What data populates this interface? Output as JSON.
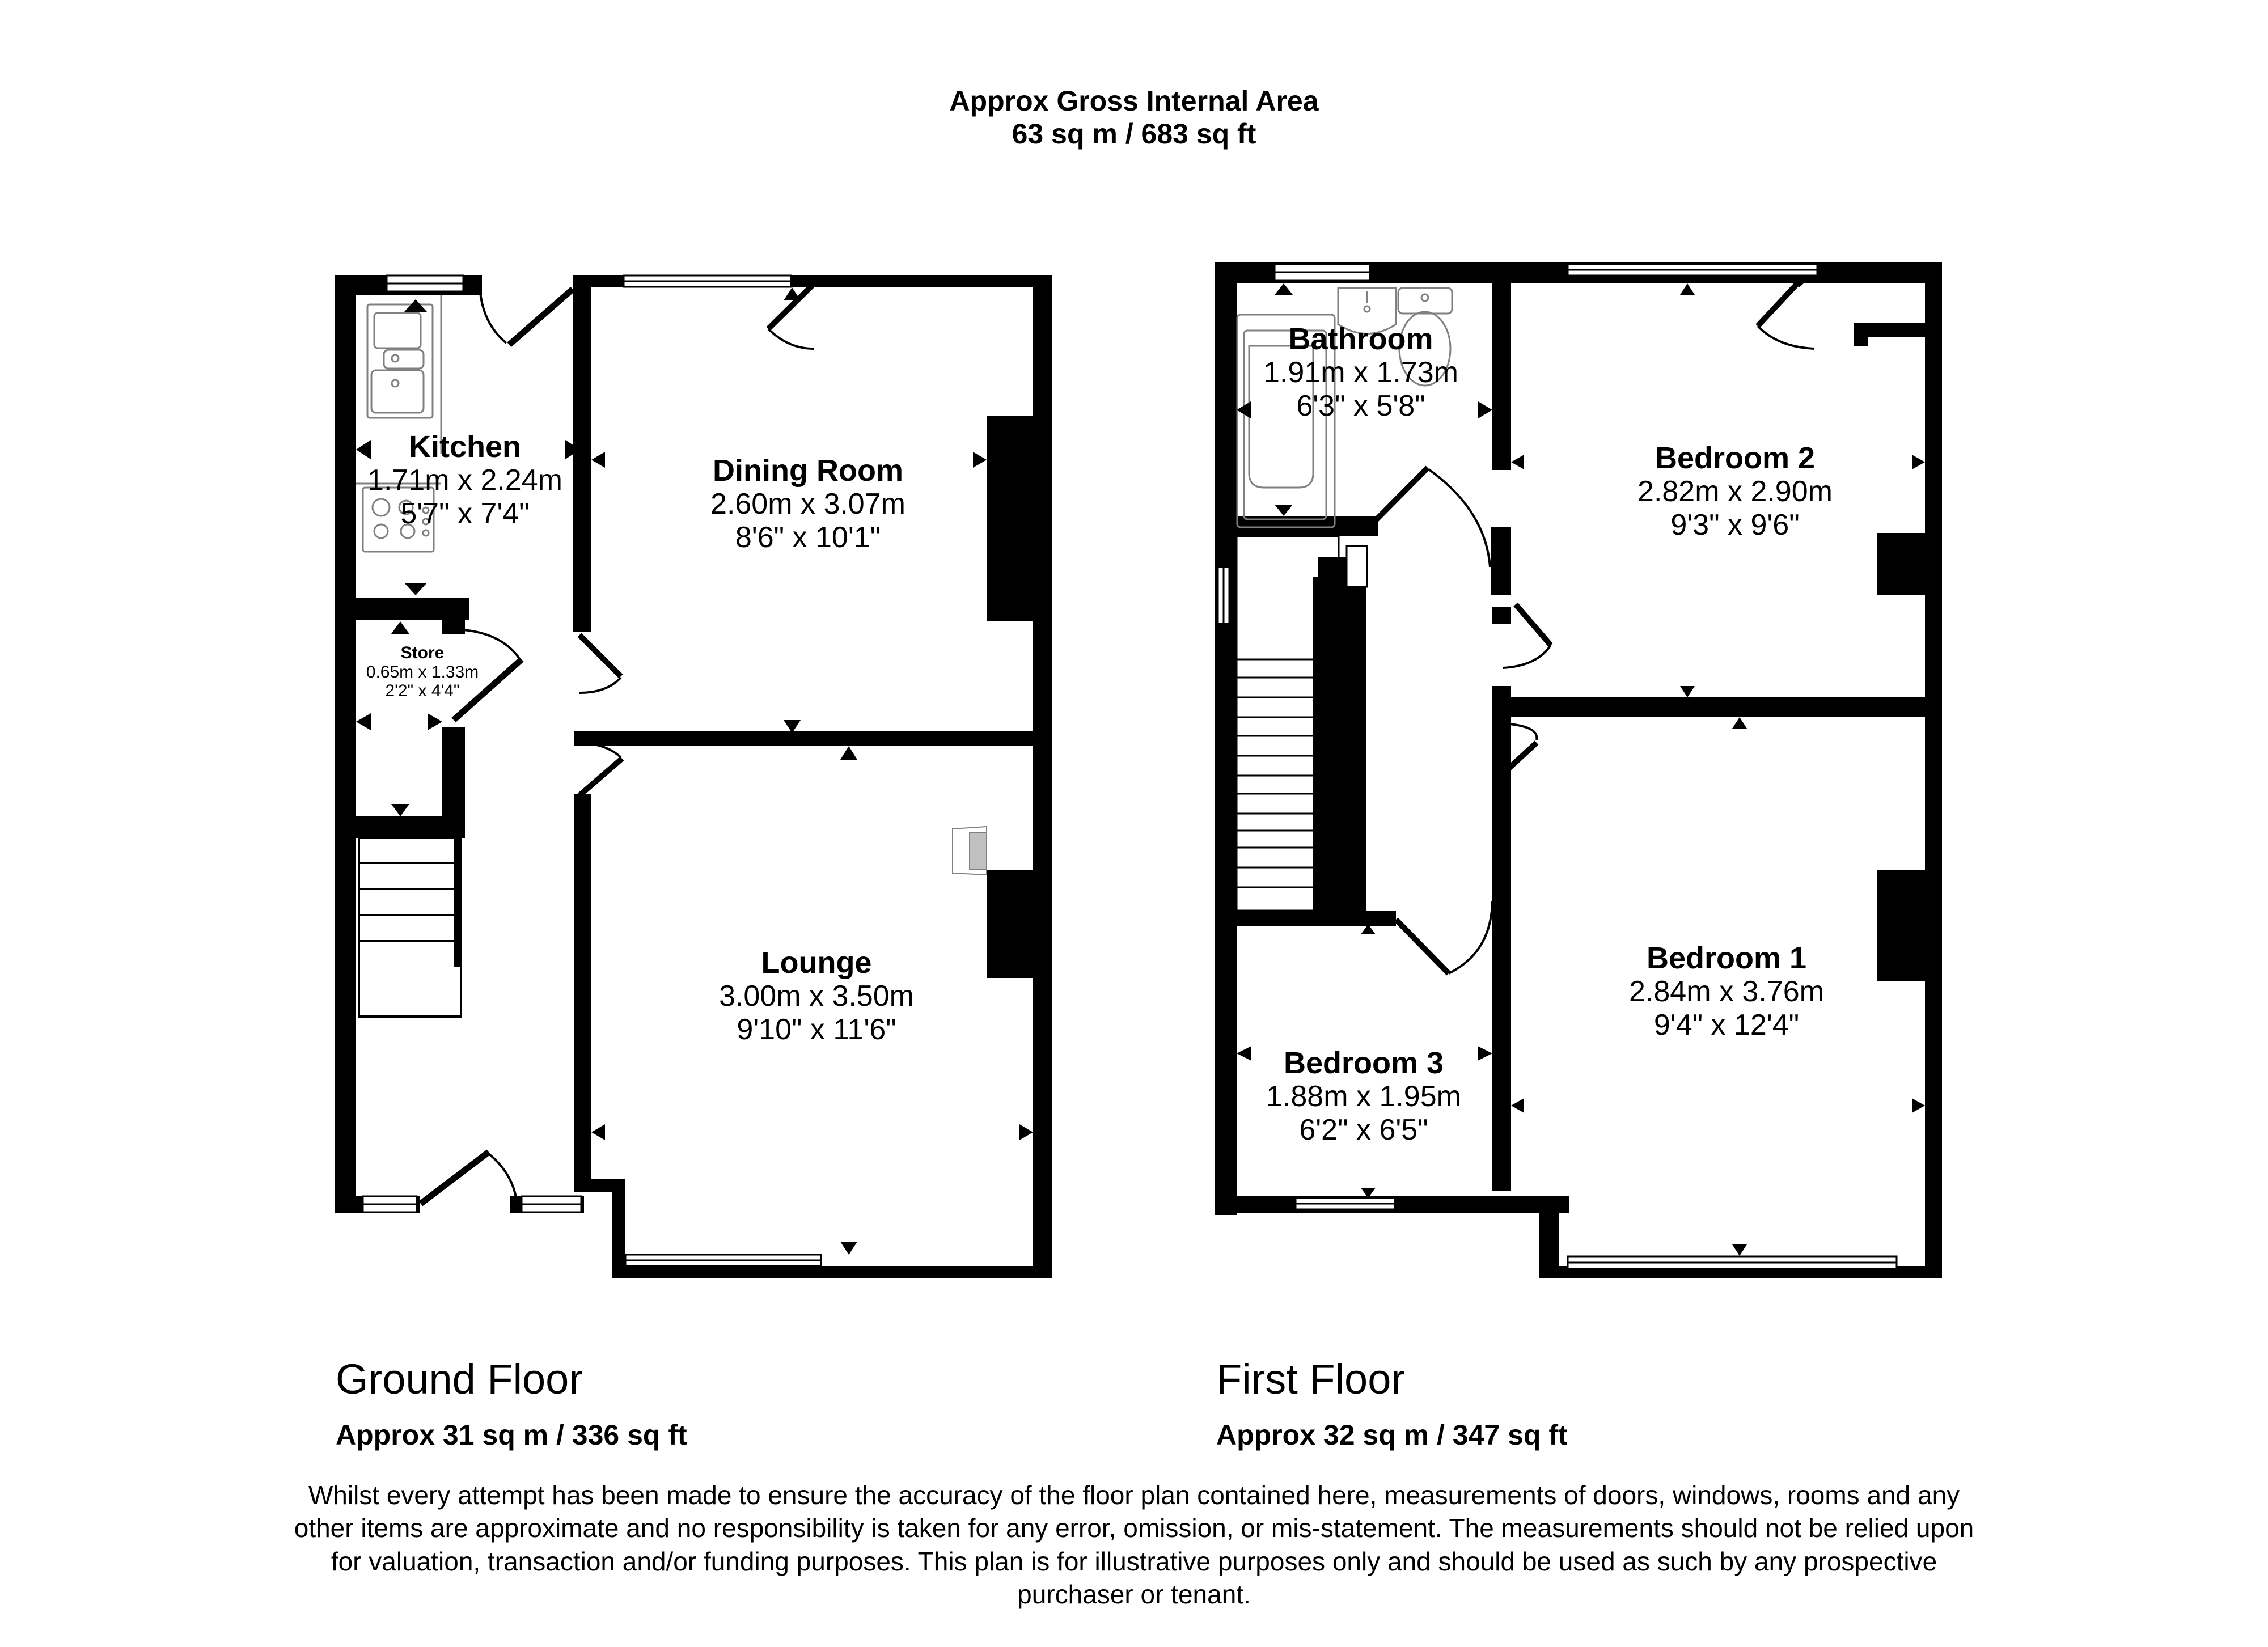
{
  "header": {
    "title_line1": "Approx Gross Internal Area",
    "title_line2": "63 sq m / 683 sq ft"
  },
  "ground_floor": {
    "label": "Ground Floor",
    "area": "Approx 31 sq m / 336 sq ft",
    "rooms": [
      {
        "name": "Kitchen",
        "metric": "1.71m x 2.24m",
        "imperial": "5'7\" x 7'4\""
      },
      {
        "name": "Store",
        "metric": "0.65m x 1.33m",
        "imperial": "2'2\" x 4'4\""
      },
      {
        "name": "Dining Room",
        "metric": "2.60m x 3.07m",
        "imperial": "8'6\" x 10'1\""
      },
      {
        "name": "Lounge",
        "metric": "3.00m x 3.50m",
        "imperial": "9'10\" x 11'6\""
      }
    ]
  },
  "first_floor": {
    "label": "First Floor",
    "area": "Approx 32 sq m / 347 sq ft",
    "rooms": [
      {
        "name": "Bathroom",
        "metric": "1.91m x 1.73m",
        "imperial": "6'3\" x 5'8\""
      },
      {
        "name": "Bedroom 2",
        "metric": "2.82m x 2.90m",
        "imperial": "9'3\" x 9'6\""
      },
      {
        "name": "Bedroom 3",
        "metric": "1.88m x 1.95m",
        "imperial": "6'2\" x 6'5\""
      },
      {
        "name": "Bedroom 1",
        "metric": "2.84m x 3.76m",
        "imperial": "9'4\" x 12'4\""
      }
    ]
  },
  "disclaimer": "Whilst every attempt has been made to ensure the accuracy of the floor plan contained here, measurements of doors, windows, rooms and any other items are approximate and no responsibility is taken for any error, omission, or mis-statement. The measurements should not be relied upon for valuation, transaction and/or funding purposes. This plan is for illustrative purposes only and should be used as such by any prospective purchaser or tenant.",
  "colors": {
    "wall": "#000000",
    "fixture": "#808080",
    "background": "#ffffff",
    "fireplace_insert": "#c0c0c0"
  }
}
